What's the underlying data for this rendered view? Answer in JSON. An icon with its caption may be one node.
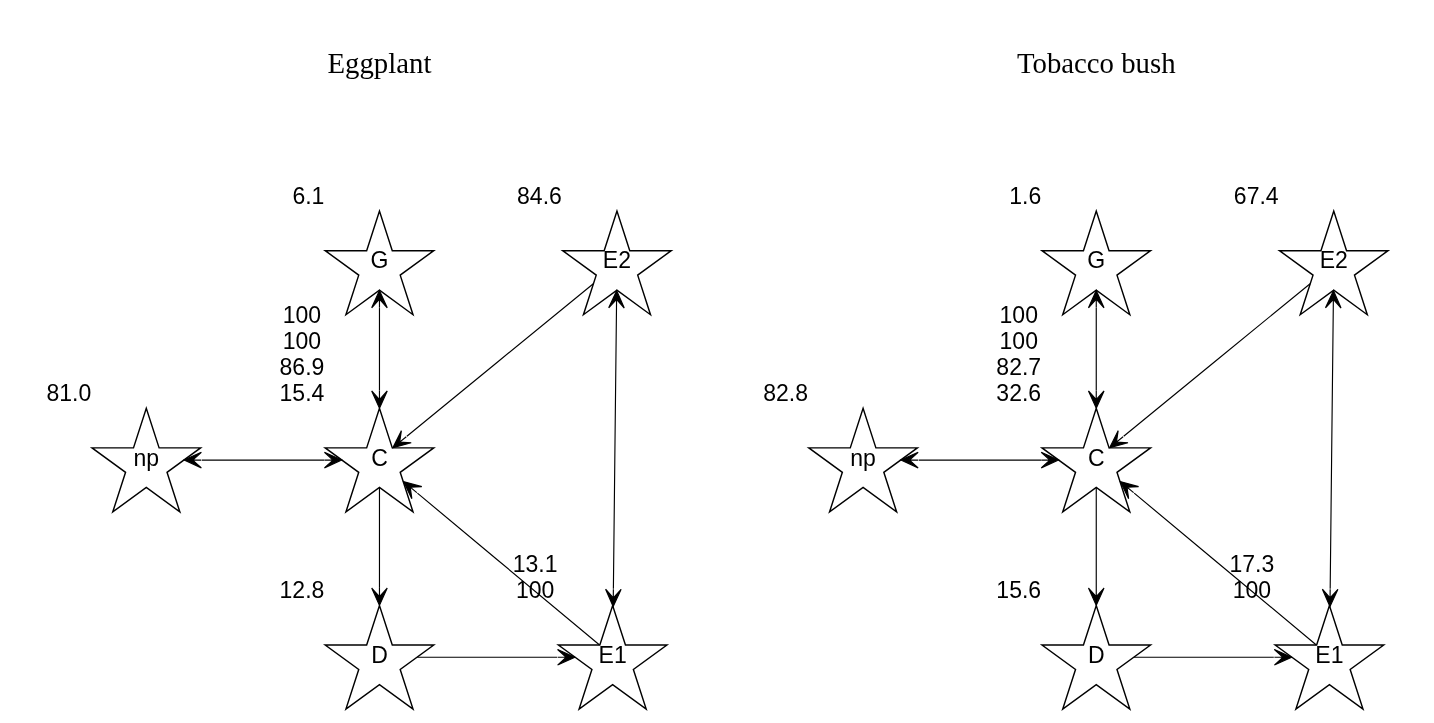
{
  "diagram": {
    "nodes": [
      {
        "text": [
          "G"
        ],
        "beside": [
          "6.1"
        ]
      },
      {
        "text": [
          "np"
        ],
        "beside": [
          "81.0"
        ]
      },
      {
        "text": [
          "C"
        ],
        "beside": [
          "100",
          "100",
          "86.9",
          "15.4"
        ]
      },
      {
        "text": [
          "E2"
        ],
        "beside": [
          "84.6"
        ]
      },
      {
        "text": [
          "E1"
        ],
        "beside": [
          "13.1",
          "100"
        ]
      },
      {
        "text": [
          "D"
        ],
        "beside": [
          "12.8"
        ]
      },
      {
        "text": [
          "G"
        ],
        "beside": [
          "1.6"
        ]
      },
      {
        "text": [
          "np"
        ],
        "beside": [
          "82.8"
        ]
      },
      {
        "text": [
          "C"
        ],
        "beside": [
          "100",
          "100",
          "82.7",
          "32.6"
        ]
      },
      {
        "text": [
          "E2"
        ],
        "beside": [
          "67.4"
        ]
      },
      {
        "text": [
          "E1"
        ],
        "beside": [
          "17.3",
          "100"
        ]
      },
      {
        "text": [
          "D"
        ],
        "beside": [
          "15.6"
        ]
      }
    ],
    "edges": [
      {
        "from": 0,
        "to": 2,
        "arrow": "both"
      },
      {
        "from": 1,
        "to": 2,
        "arrow": "both"
      },
      {
        "from": 3,
        "to": 2,
        "arrow": "to"
      },
      {
        "from": 3,
        "to": 4,
        "arrow": "both"
      },
      {
        "from": 4,
        "to": 2,
        "arrow": "to"
      },
      {
        "from": 2,
        "to": 5,
        "arrow": "to"
      },
      {
        "from": 5,
        "to": 4,
        "arrow": "to"
      },
      {
        "from": 6,
        "to": 8,
        "arrow": "both"
      },
      {
        "from": 7,
        "to": 8,
        "arrow": "both"
      },
      {
        "from": 9,
        "to": 8,
        "arrow": "to"
      },
      {
        "from": 9,
        "to": 10,
        "arrow": "both"
      },
      {
        "from": 10,
        "to": 8,
        "arrow": "to"
      },
      {
        "from": 8,
        "to": 11,
        "arrow": "to"
      },
      {
        "from": 11,
        "to": 10,
        "arrow": "to"
      }
    ],
    "labels": [
      "Eggplant",
      "Tobacco bush"
    ]
  }
}
